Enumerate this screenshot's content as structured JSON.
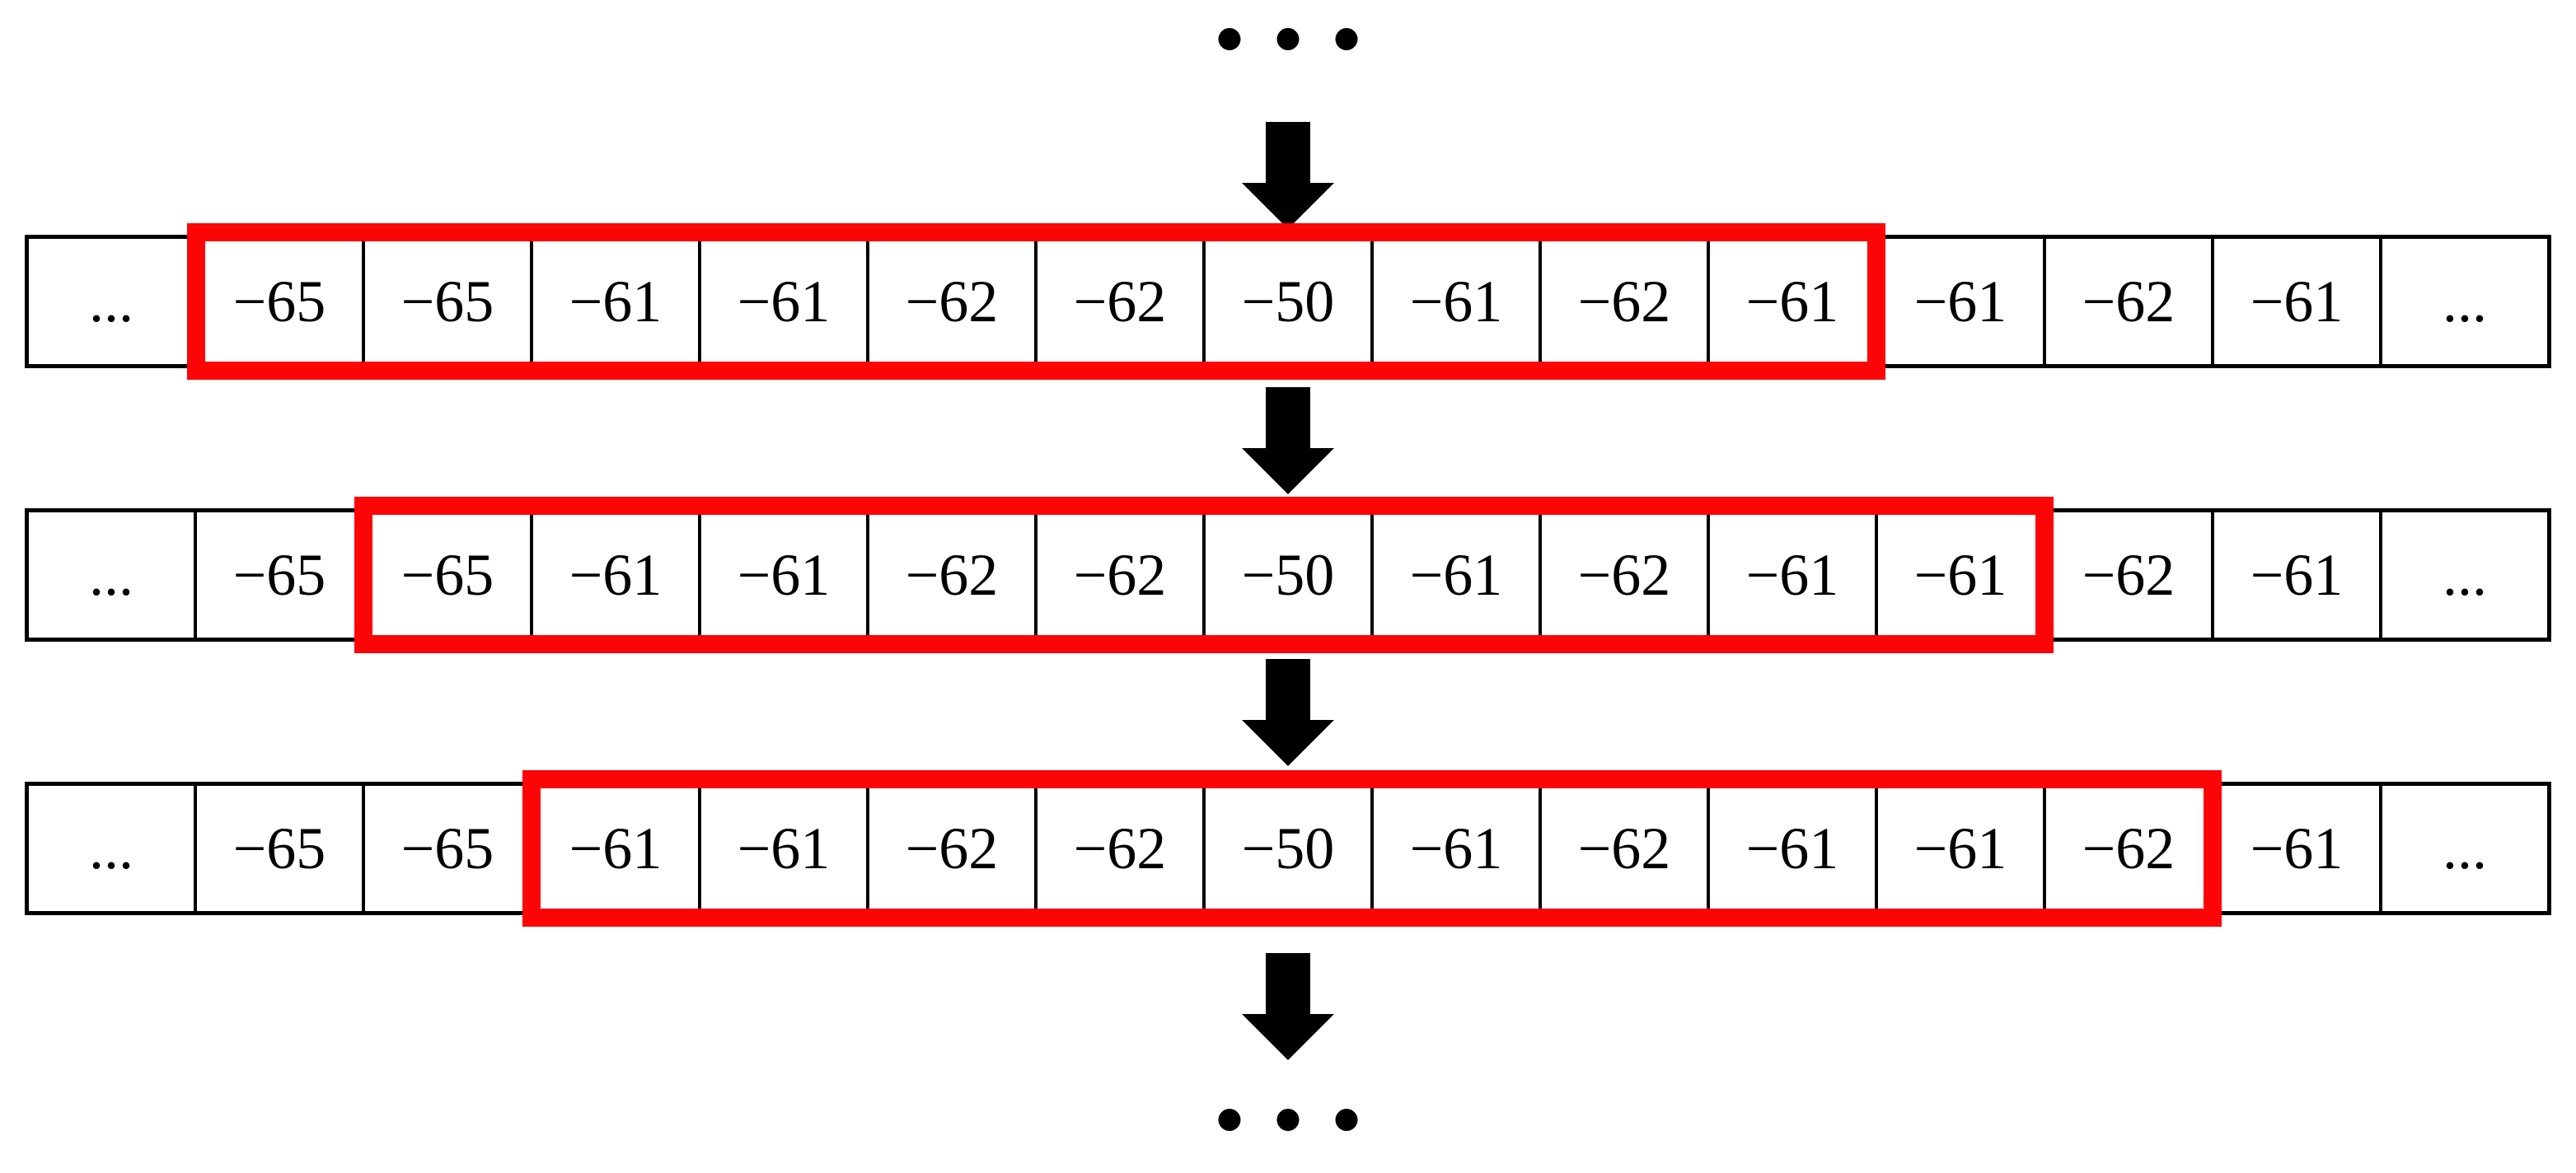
{
  "diagram": {
    "type": "sliding-window-sequence",
    "continuation_markers": {
      "top": "...",
      "bottom": "..."
    },
    "colors": {
      "window_border": "#fb0507",
      "cell_border": "#000000",
      "arrow": "#000000",
      "background": "#ffffff"
    },
    "window": {
      "size_cells": 10,
      "row_start_indices": [
        1,
        2,
        3
      ]
    }
  },
  "rows": [
    {
      "cells": [
        "...",
        "−65",
        "−65",
        "−61",
        "−61",
        "−62",
        "−62",
        "−50",
        "−61",
        "−62",
        "−61",
        "−61",
        "−62",
        "−61",
        "..."
      ]
    },
    {
      "cells": [
        "...",
        "−65",
        "−65",
        "−61",
        "−61",
        "−62",
        "−62",
        "−50",
        "−61",
        "−62",
        "−61",
        "−61",
        "−62",
        "−61",
        "..."
      ]
    },
    {
      "cells": [
        "...",
        "−65",
        "−65",
        "−61",
        "−61",
        "−62",
        "−62",
        "−50",
        "−61",
        "−62",
        "−61",
        "−61",
        "−62",
        "−61",
        "..."
      ]
    }
  ]
}
